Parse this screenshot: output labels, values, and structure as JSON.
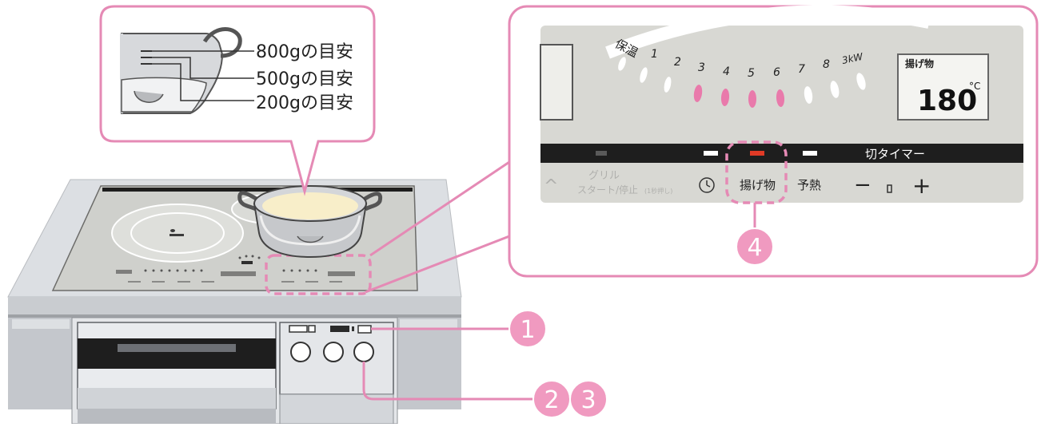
{
  "pot_callout": {
    "mark_labels": [
      "800gの目安",
      "500gの目安",
      "200gの目安"
    ]
  },
  "panel": {
    "power_levels": [
      "保温",
      "1",
      "2",
      "3",
      "4",
      "5",
      "6",
      "7",
      "8",
      "3kW"
    ],
    "display_label": "揚げ物",
    "display_temp": "180",
    "display_unit": "°C",
    "timer_label": "切タイマー",
    "grill_label_1": "グリル",
    "grill_label_2": "スタート/停止",
    "grill_label_3": "(1秒押し)",
    "fry_button_label": "揚げ物",
    "preheat_label": "予熱",
    "minus_label": "−",
    "plus_label": "+",
    "step_badge": "4"
  },
  "steps": {
    "one": "1",
    "two": "2",
    "three": "3"
  },
  "colors": {
    "callout_border": "#e58ab5",
    "badge_fill": "#f09ac0",
    "pink_lamp": "#e97aab",
    "red_lamp": "#e03a26",
    "panel_bg": "#d8d8d3",
    "dark_strip": "#1e1e1e"
  }
}
